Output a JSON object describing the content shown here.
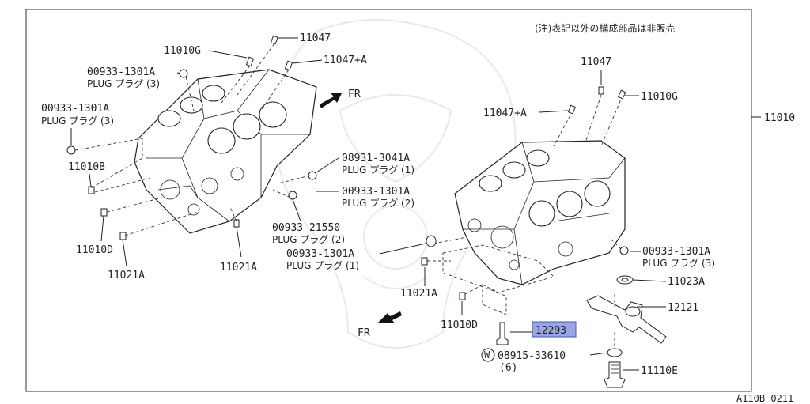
{
  "note": "(注)表記以外の構成部品は非販売",
  "figure_code": "A110B 0211",
  "fr_labels": [
    "FR",
    "FR"
  ],
  "parts": {
    "p11047_left": "11047",
    "p11047a_left": "11047+A",
    "p11010g_left": "11010G",
    "plug3_a_num": "00933-1301A",
    "plug3_a_desc": "PLUG プラグ (3)",
    "plug3_b_num": "00933-1301A",
    "plug3_b_desc": "PLUG プラグ (3)",
    "p11010b": "11010B",
    "p11010d_left": "11010D",
    "p11021a_left_a": "11021A",
    "p11021a_left_b": "11021A",
    "plug1_a_num": "08931-3041A",
    "plug1_a_desc": "PLUG プラグ (1)",
    "plug2_a_num": "00933-1301A",
    "plug2_a_desc": "PLUG プラグ (2)",
    "plug2_b_num": "00933-21550",
    "plug2_b_desc": "PLUG プラグ (2)",
    "p11047_right": "11047",
    "p11010g_right": "11010G",
    "p11047a_right": "11047+A",
    "p11010_main": "11010",
    "plug1_b_num": "00933-1301A",
    "plug1_b_desc": "PLUG プラグ (1)",
    "p11021a_right": "11021A",
    "plug3_c_num": "00933-1301A",
    "plug3_c_desc": "PLUG プラグ (3)",
    "p11010d_right": "11010D",
    "p11023a": "11023A",
    "p12121": "12121",
    "p12293": "12293",
    "washer_symbol": "W",
    "bolt_num": "08915-33610",
    "bolt_qty": "(6)",
    "p11110e": "11110E"
  },
  "highlight_color": "#9aa5e6"
}
